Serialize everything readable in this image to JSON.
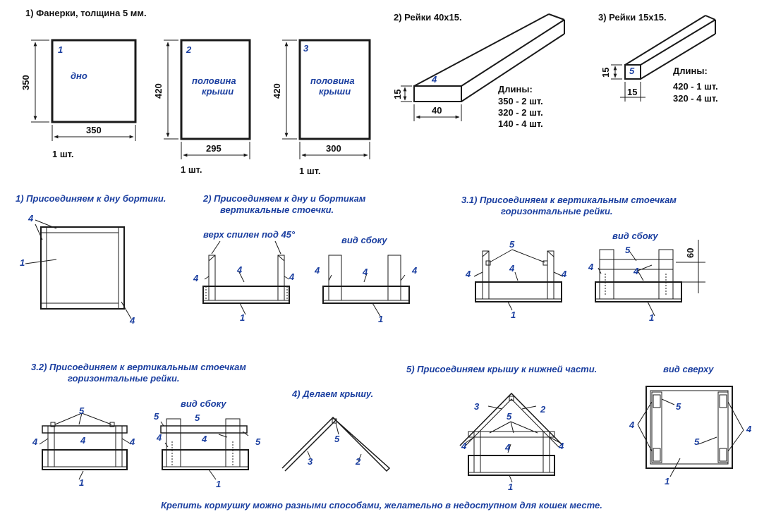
{
  "colors": {
    "line": "#1a1a1a",
    "blue_text": "#1b3fa0",
    "black_text": "#111111",
    "background": "#ffffff"
  },
  "parts": {
    "plywood_heading": "1) Фанерки, толщина 5 мм.",
    "slats_40_heading": "2) Рейки 40х15.",
    "slats_15_heading": "3) Рейки 15х15.",
    "panel1": {
      "num": "1",
      "label": "дно",
      "dim_h": "350",
      "dim_w": "350",
      "qty": "1 шт."
    },
    "panel2": {
      "num": "2",
      "label_line1": "половина",
      "label_line2": "крыши",
      "dim_h": "420",
      "dim_w": "295",
      "qty": "1 шт."
    },
    "panel3": {
      "num": "3",
      "label_line1": "половина",
      "label_line2": "крыши",
      "dim_h": "420",
      "dim_w": "300",
      "qty": "1 шт."
    },
    "slat4": {
      "num": "4",
      "dim_h": "15",
      "dim_w": "40",
      "lengths_title": "Длины:",
      "lengths": [
        "350 - 2 шт.",
        "320 - 2 шт.",
        "140 - 4 шт."
      ]
    },
    "slat5": {
      "num": "5",
      "dim_h": "15",
      "dim_w": "15",
      "lengths_title": "Длины:",
      "lengths": [
        "420 - 1 шт.",
        "320 - 4 шт."
      ]
    }
  },
  "steps": {
    "step1": {
      "title": "1) Присоединяем к дну бортики."
    },
    "step2": {
      "title_line1": "2) Присоединяем к дну и бортикам",
      "title_line2": "вертикальные стоечки.",
      "note": "верх спилен под 45°",
      "side_view": "вид сбоку"
    },
    "step31": {
      "title_line1": "3.1) Присоединяем к вертикальным стоечкам",
      "title_line2": "горизонтальные рейки.",
      "side_view": "вид сбоку",
      "dim": "60"
    },
    "step32": {
      "title_line1": "3.2) Присоединяем к вертикальным стоечкам",
      "title_line2": "горизонтальные рейки.",
      "side_view": "вид сбоку"
    },
    "step4": {
      "title": "4) Делаем крышу."
    },
    "step5": {
      "title": "5) Присоединяем крышу к нижней части."
    },
    "top_view": {
      "title": "вид сверху"
    }
  },
  "footer": "Крепить кормушку можно разными способами, желательно в недоступном для кошек месте.",
  "callouts": {
    "n1": "1",
    "n2": "2",
    "n3": "3",
    "n4": "4",
    "n5": "5"
  }
}
